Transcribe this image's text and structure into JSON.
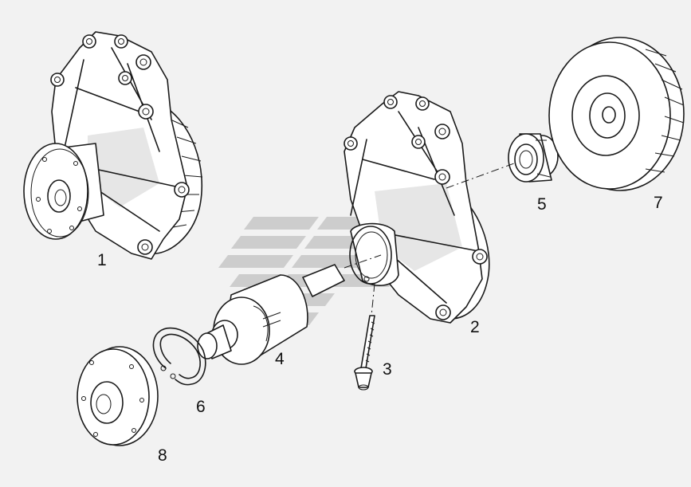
{
  "diagram": {
    "colors": {
      "background": "#f2f2f2",
      "line": "#1a1a1a",
      "watermark": "#b0b0b0"
    },
    "parts": [
      {
        "id": "part-1",
        "label": "1"
      },
      {
        "id": "part-2",
        "label": "2"
      },
      {
        "id": "part-3",
        "label": "3"
      },
      {
        "id": "part-4",
        "label": "4"
      },
      {
        "id": "part-5",
        "label": "5"
      },
      {
        "id": "part-6",
        "label": "6"
      },
      {
        "id": "part-7",
        "label": "7"
      },
      {
        "id": "part-8",
        "label": "8"
      }
    ]
  }
}
